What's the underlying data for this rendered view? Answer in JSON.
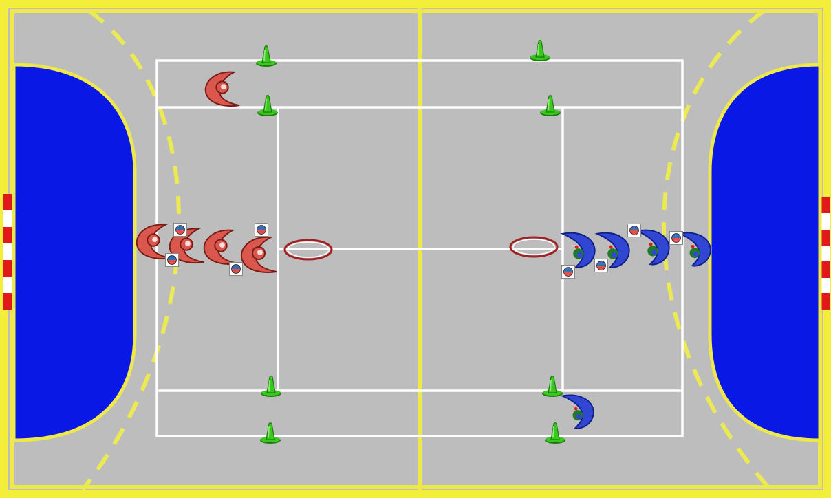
{
  "colors": {
    "floor": "#bdbdbd",
    "border": "#f2ee3a",
    "line_yellow": "#efe84a",
    "dashed_line": "#ecea52",
    "court_lines": "#ffffff",
    "goal_area": "#0a18e6",
    "goal_post_red": "#e01a1a",
    "team_red": "#d9574c",
    "team_red_dark": "#7a1b16",
    "team_blue": "#3147d4",
    "team_blue_dark": "#0f1f86",
    "cone": "#39c81e",
    "cone_dark": "#1e7a10",
    "hoop": "#a32020"
  },
  "elements": {
    "cones": [
      "cone",
      "cone",
      "cone",
      "cone",
      "cone",
      "cone",
      "cone",
      "cone"
    ],
    "red_players": [
      "red-player",
      "red-player",
      "red-player",
      "red-player",
      "red-player"
    ],
    "blue_players": [
      "blue-player",
      "blue-player",
      "blue-player",
      "blue-player",
      "blue-player"
    ],
    "balls": [
      "handball",
      "handball",
      "handball",
      "handball",
      "handball",
      "handball",
      "handball",
      "handball"
    ],
    "hoops": [
      "hoop",
      "hoop"
    ]
  }
}
